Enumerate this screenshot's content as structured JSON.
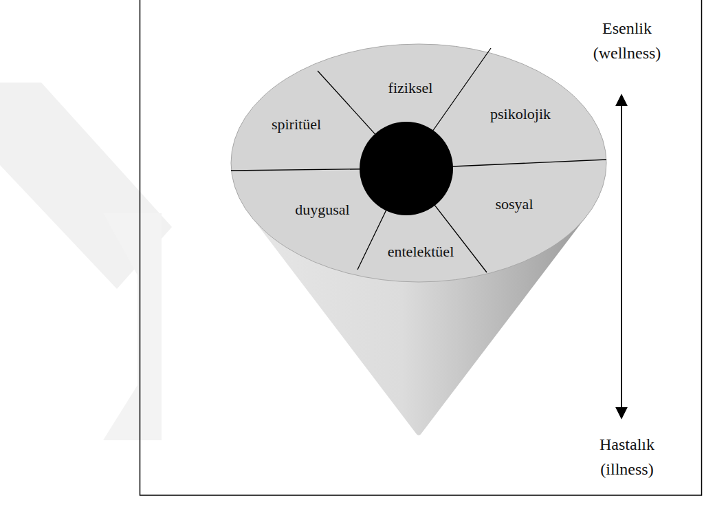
{
  "diagram": {
    "nodes": [
      {
        "text": [
          "fiziksel"
        ]
      },
      {
        "text": [
          "psikolojik"
        ]
      },
      {
        "text": [
          "sosyal"
        ]
      },
      {
        "text": [
          "entelektüel"
        ]
      },
      {
        "text": [
          "duygusal"
        ]
      },
      {
        "text": [
          "spiritüel"
        ]
      }
    ],
    "labels": [
      "Esenlik (wellness)",
      "Hastalık (illness)"
    ]
  }
}
